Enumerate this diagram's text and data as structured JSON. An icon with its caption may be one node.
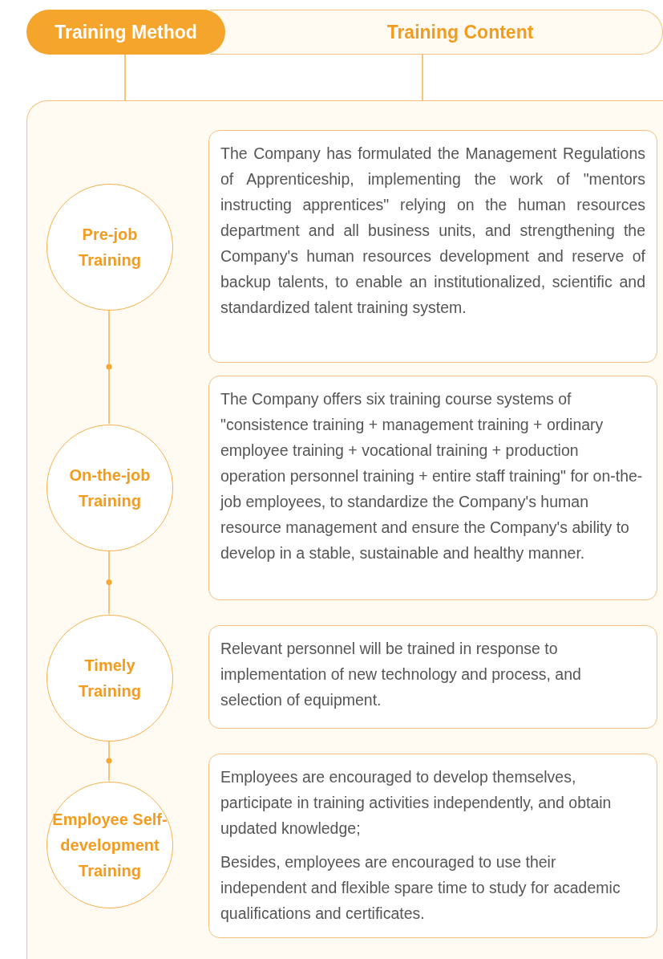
{
  "diagram": {
    "nodes": [
      {
        "text": [
          "Training Method"
        ]
      },
      {
        "text": [
          "Training Content"
        ]
      },
      {
        "text": [],
        "shape": "box"
      },
      {
        "text": [
          "Pre-job Training"
        ],
        "in": 2
      },
      {
        "text": [
          "The Company has formulated the Management Regulations of Apprenticeship, implementing the work of \"mentors instructing apprentices\" relying on the human resources department and all business units, and strengthening the Company's human resources development and reserve of backup talents, to enable an institutionalized, scientific and standardized talent training system."
        ],
        "in": 2
      },
      {
        "text": [
          "On-the-job Training"
        ],
        "in": 2
      },
      {
        "text": [
          "The Company offers six training course systems of \"consistence training + management training + ordinary employee training + vocational training + production operation personnel training + entire staff training\" for on-the-job employees, to standardize the Company's human resource management and ensure the Company's  ability to develop in a stable, sustainable and healthy manner."
        ],
        "in": 2
      },
      {
        "text": [
          "Timely Training"
        ],
        "in": 2
      },
      {
        "text": [
          "Relevant personnel will be trained in response to implementation of new technology and  process, and selection of equipment."
        ],
        "in": 2
      },
      {
        "text": [
          "Employee Self-development Training"
        ],
        "in": 2
      },
      {
        "text": [
          "Employees are encouraged to develop themselves, participate in training activities independently, and obtain updated knowledge;",
          "Besides, employees are encouraged to use their independent and flexible spare time to study for academic qualifications and certificates."
        ],
        "in": 2
      }
    ],
    "edges": [
      {
        "from": 0,
        "to": 2,
        "arrow": "none"
      },
      {
        "from": 1,
        "to": 2,
        "arrow": "none"
      },
      {
        "from": 3,
        "to": 5,
        "arrow": "none"
      },
      {
        "from": 5,
        "to": 7,
        "arrow": "none"
      },
      {
        "from": 7,
        "to": 9,
        "arrow": "none"
      }
    ]
  }
}
